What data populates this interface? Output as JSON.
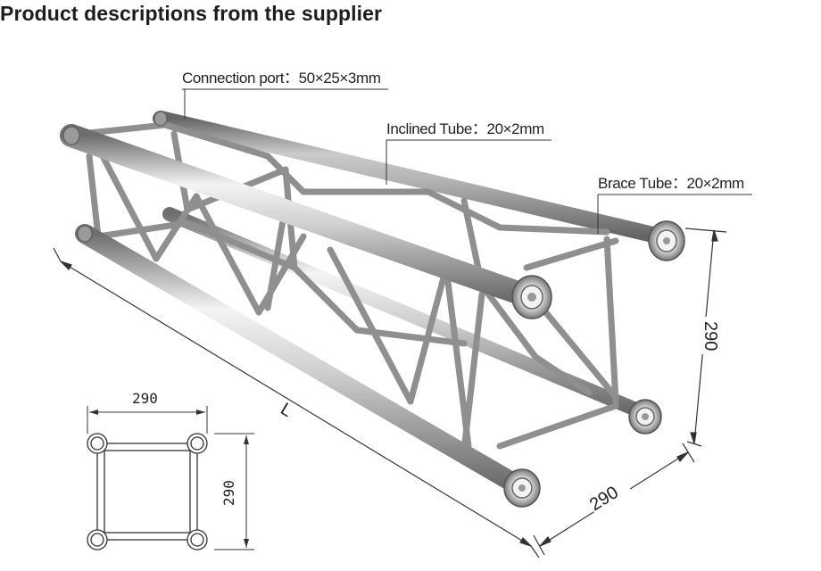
{
  "header": {
    "title": "Product descriptions from the supplier"
  },
  "callouts": {
    "connection_port": "Connection port：50×25×3mm",
    "inclined_tube": "Inclined Tube：20×2mm",
    "brace_tube": "Brace Tube：20×2mm"
  },
  "dimensions": {
    "length_label": "L",
    "height_label": "290",
    "width_label": "290",
    "section_width": "290",
    "section_height": "290"
  },
  "colors": {
    "tube_light": "#f4f4f4",
    "tube_mid": "#b9b9b9",
    "tube_dark": "#6e6e6e",
    "line": "#333333"
  }
}
